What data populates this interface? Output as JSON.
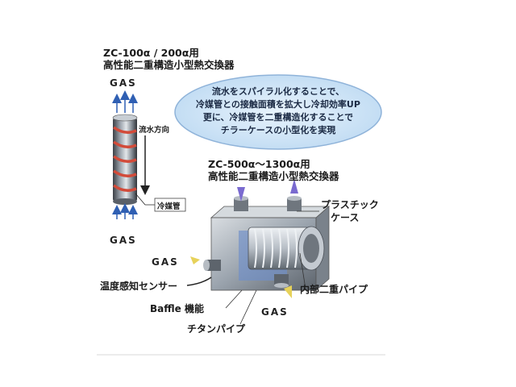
{
  "left_unit": {
    "title_line1": "ZC-100α / 200α用",
    "title_line2": "高性能二重構造小型熱交換器",
    "gas_top": "GAS",
    "gas_bottom": "GAS",
    "flow_label": "流水方向",
    "coolant_tube_label": "冷媒管"
  },
  "callout": {
    "lines": [
      "流水をスパイラル化することで、",
      "冷媒管との接触面積を拡大し冷却効率UP",
      "更に、冷媒管を二重構造化することで",
      "チラーケースの小型化を実現"
    ]
  },
  "right_unit": {
    "title_line1": "ZC-500α～1300α用",
    "title_line2": "高性能二重構造小型熱交換器",
    "labels": {
      "plastic_case_1": "プラスチック",
      "plastic_case_2": "ケース",
      "gas_left": "GAS",
      "gas_bottom": "GAS",
      "temp_sensor": "温度感知センサー",
      "baffle": "Baffle 機能",
      "titanium_pipe": "チタンパイプ",
      "inner_double_pipe": "内部二重パイプ"
    }
  },
  "colors": {
    "callout_fill": "#cfe4f7",
    "callout_stroke": "#8fb3d9",
    "spiral": "#d24b3a",
    "arrow_blue": "#2f5fb3",
    "body_metal": "#9aa3ad",
    "dark_metal": "#4a4f57"
  }
}
